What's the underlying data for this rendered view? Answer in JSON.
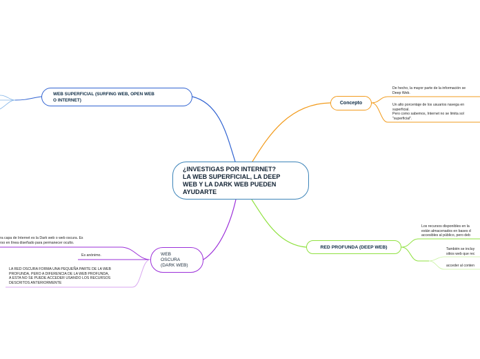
{
  "central": {
    "lines": [
      "¿INVESTIGAS POR INTERNET?",
      "LA WEB SUPERFICIAL, LA DEEP",
      "WEB Y LA DARK WEB PUEDEN",
      "AYUDARTE"
    ]
  },
  "surface": {
    "lines": [
      "WEB SUPERFICIAL (SURFING WEB, OPEN WEB",
      "O INTERNET)"
    ]
  },
  "concept": {
    "label": "Concepto",
    "notes": [
      [
        "De hecho, la mayor parte de la información se",
        "Deep Web."
      ],
      [
        "Un alto porcentaje de los usuarios navega en",
        "superficial.",
        "Pero como sabemos, Internet no se limita sol",
        "\"superficial\"."
      ]
    ]
  },
  "deep": {
    "label": "RED PROFUNDA (DEEP WEB)",
    "notes": [
      [
        "Los recursos disponibles en la",
        "están almacenados en bases d",
        "accesibles al público, pero deb"
      ],
      [
        "También se incluy",
        "sitios web que rec"
      ],
      [
        "acceder al conten"
      ]
    ]
  },
  "dark": {
    "lines": [
      "WEB",
      "OSCURA",
      "(DARK WEB)"
    ],
    "notes": [
      [
        "ra capa de Internet es la Dark web o web oscura. Es",
        "rso en línea diseñado para permanecer oculto."
      ],
      [
        "Es anónimo."
      ],
      [
        "LA RED OSCURA FORMA UNA PEQUEÑA PARTE DE LA WEB",
        "PROFUNDA, PERO A DIFERENCIA DE LA WEB PROFUNDA,",
        "A ESTA NO SE PUEDE ACCEDER USANDO LOS RECURSOS",
        "DESCRITOS ANTERIORMENTE"
      ]
    ]
  },
  "colors": {
    "central": "#3b83b8",
    "surface": "#2f62d1",
    "concept": "#f29b1c",
    "deep": "#8fe13f",
    "dark": "#9b2fd9",
    "surface_child": "#7fb2e6",
    "dark_child": "#d8a6f0"
  }
}
